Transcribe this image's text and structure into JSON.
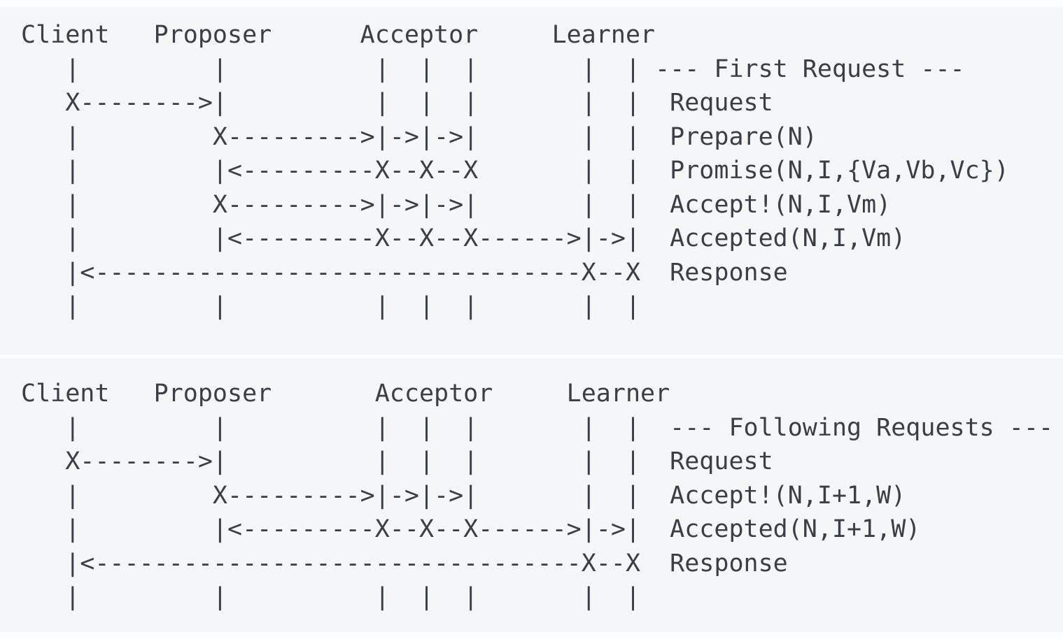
{
  "page": {
    "background": "#fcfdfe",
    "block_background": "#f4f6f8",
    "text_color": "#3a3f45"
  },
  "diagram_first": {
    "title": "--- First Request ---",
    "actors": [
      "Client",
      "Proposer",
      "Acceptor",
      "Learner"
    ],
    "messages": [
      "Request",
      "Prepare(N)",
      "Promise(N,I,{Va,Vb,Vc})",
      "Accept!(N,I,Vm)",
      "Accepted(N,I,Vm)",
      "Response"
    ],
    "ascii": [
      "Client   Proposer      Acceptor     Learner",
      "   |         |          |  |  |       |  | --- First Request ---",
      "   X-------->|          |  |  |       |  |  Request",
      "   |         X--------->|->|->|       |  |  Prepare(N)",
      "   |         |<---------X--X--X       |  |  Promise(N,I,{Va,Vb,Vc})",
      "   |         X--------->|->|->|       |  |  Accept!(N,I,Vm)",
      "   |         |<---------X--X--X------>|->|  Accepted(N,I,Vm)",
      "   |<---------------------------------X--X  Response",
      "   |         |          |  |  |       |  |"
    ]
  },
  "diagram_following": {
    "title": "--- Following Requests ---",
    "actors": [
      "Client",
      "Proposer",
      "Acceptor",
      "Learner"
    ],
    "messages": [
      "Request",
      "Accept!(N,I+1,W)",
      "Accepted(N,I+1,W)",
      "Response"
    ],
    "ascii": [
      "Client   Proposer       Acceptor     Learner",
      "   |         |          |  |  |       |  |  --- Following Requests ---",
      "   X-------->|          |  |  |       |  |  Request",
      "   |         X--------->|->|->|       |  |  Accept!(N,I+1,W)",
      "   |         |<---------X--X--X------>|->|  Accepted(N,I+1,W)",
      "   |<---------------------------------X--X  Response",
      "   |         |          |  |  |       |  |"
    ]
  }
}
